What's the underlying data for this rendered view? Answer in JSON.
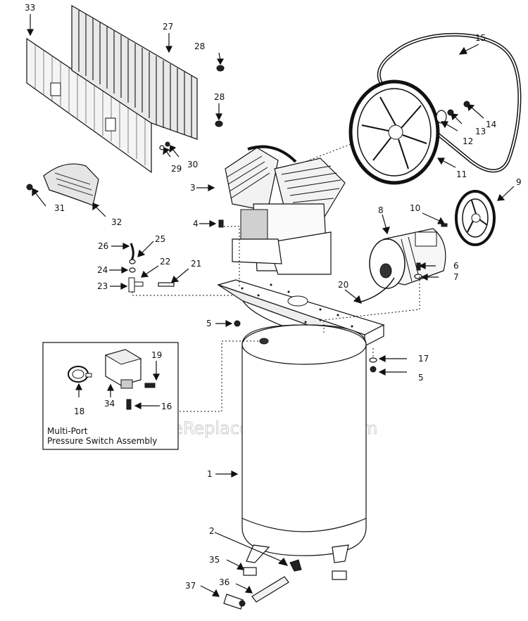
{
  "callouts": {
    "c1": "1",
    "c2": "2",
    "c3": "3",
    "c4": "4",
    "c5a": "5",
    "c5b": "5",
    "c6": "6",
    "c7": "7",
    "c8": "8",
    "c9": "9",
    "c10": "10",
    "c11": "11",
    "c12": "12",
    "c13": "13",
    "c14": "14",
    "c15": "15",
    "c16": "16",
    "c17": "17",
    "c18": "18",
    "c19": "19",
    "c20": "20",
    "c21": "21",
    "c22": "22",
    "c23": "23",
    "c24": "24",
    "c25": "25",
    "c26": "26",
    "c27": "27",
    "c28a": "28",
    "c28b": "28",
    "c29": "29",
    "c30": "30",
    "c31": "31",
    "c32": "32",
    "c33": "33",
    "c34": "34",
    "c35": "35",
    "c36": "36",
    "c37": "37"
  },
  "inset": {
    "title_line1": "Multi-Port",
    "title_line2": "Pressure Switch Assembly"
  },
  "watermark": "eReplacementParts.com",
  "colors": {
    "ink": "#111111",
    "paper": "#ffffff",
    "watermark": "#cfcfcf"
  }
}
